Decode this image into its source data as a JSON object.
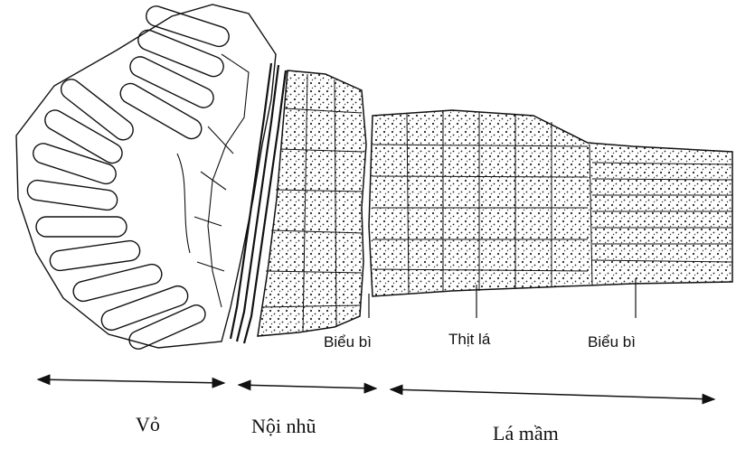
{
  "diagram": {
    "labels": {
      "epidermis_left": "Biểu bì",
      "mesophyll": "Thịt lá",
      "epidermis_right": "Biểu bì",
      "seed_coat": "Vỏ",
      "endosperm": "Nội nhũ",
      "cotyledon": "Lá mầm"
    }
  }
}
